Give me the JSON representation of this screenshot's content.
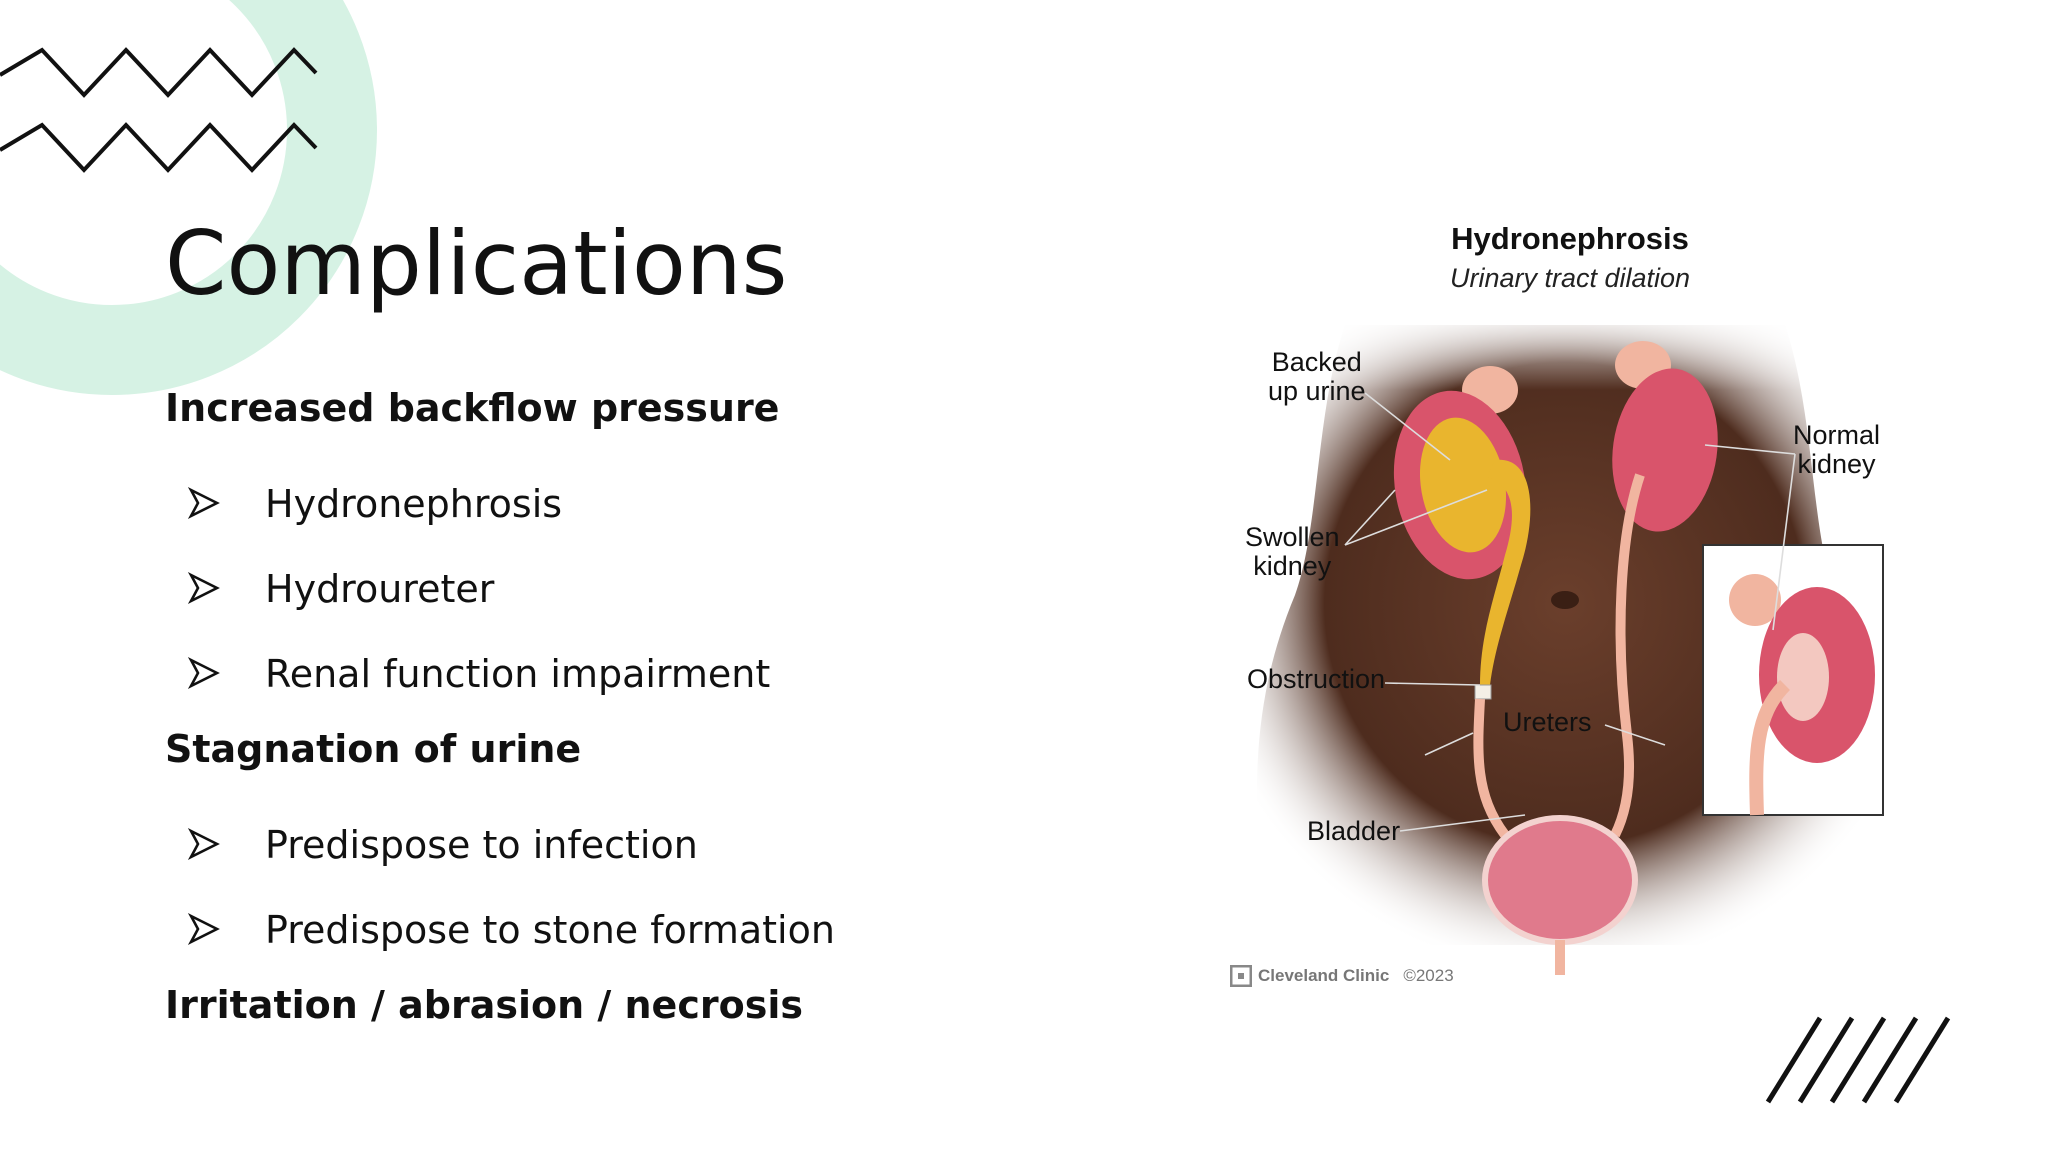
{
  "slide": {
    "title": "Complications",
    "sections": [
      {
        "heading": "Increased backflow pressure",
        "items": [
          "Hydronephrosis",
          "Hydroureter",
          "Renal function impairment"
        ]
      },
      {
        "heading": "Stagnation of urine",
        "items": [
          "Predispose to infection",
          "Predispose to stone formation"
        ]
      },
      {
        "heading": "Irritation / abrasion / necrosis",
        "items": []
      }
    ]
  },
  "illustration": {
    "title": "Hydronephrosis",
    "subtitle": "Urinary tract dilation",
    "labels": {
      "backed_up_urine_1": "Backed",
      "backed_up_urine_2": "up urine",
      "normal_kidney_1": "Normal",
      "normal_kidney_2": "kidney",
      "swollen_kidney_1": "Swollen",
      "swollen_kidney_2": "kidney",
      "obstruction": "Obstruction",
      "ureters": "Ureters",
      "bladder": "Bladder"
    },
    "credit": {
      "brand": "Cleveland Clinic",
      "copyright": "©2023"
    }
  },
  "colors": {
    "accent_ring": "#d6f2e4",
    "deco_stroke": "#111111",
    "skin": "#5a3424",
    "kidney": "#d9546b",
    "urine": "#e9b52e",
    "bladder": "#e07a8c"
  },
  "icons": {
    "bullet": "arrowhead-bullet-icon",
    "credit_logo": "cleveland-clinic-logo-icon"
  }
}
